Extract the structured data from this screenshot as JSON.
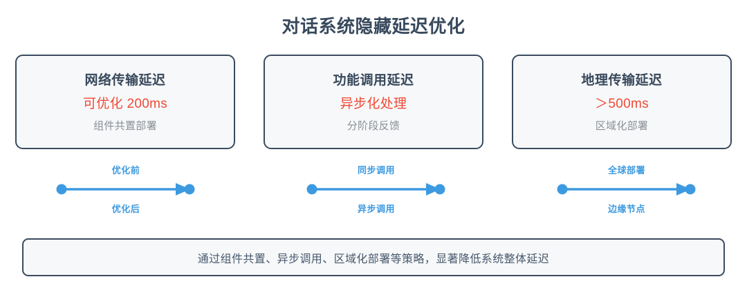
{
  "title": "对话系统隐藏延迟优化",
  "colors": {
    "border": "#3a4b5f",
    "card_bg": "#f7f8fa",
    "title_text": "#38495c",
    "metric_red": "#f04a35",
    "note_gray": "#8a8f95",
    "arrow_blue": "#3d9ae0",
    "summary_text": "#46586b",
    "page_bg": "#ffffff"
  },
  "cards": [
    {
      "title": "网络传输延迟",
      "metric": "可优化 200ms",
      "note": "组件共置部署"
    },
    {
      "title": "功能调用延迟",
      "metric": "异步化处理",
      "note": "分阶段反馈"
    },
    {
      "title": "地理传输延迟",
      "metric": "＞500ms",
      "note": "区域化部署"
    }
  ],
  "arrows": [
    {
      "top_label": "优化前",
      "bottom_label": "优化后"
    },
    {
      "top_label": "同步调用",
      "bottom_label": "异步调用"
    },
    {
      "top_label": "全球部署",
      "bottom_label": "边缘节点"
    }
  ],
  "summary": {
    "text": "通过组件共置、异步调用、区域化部署等策略，显著降低系统整体延迟"
  }
}
